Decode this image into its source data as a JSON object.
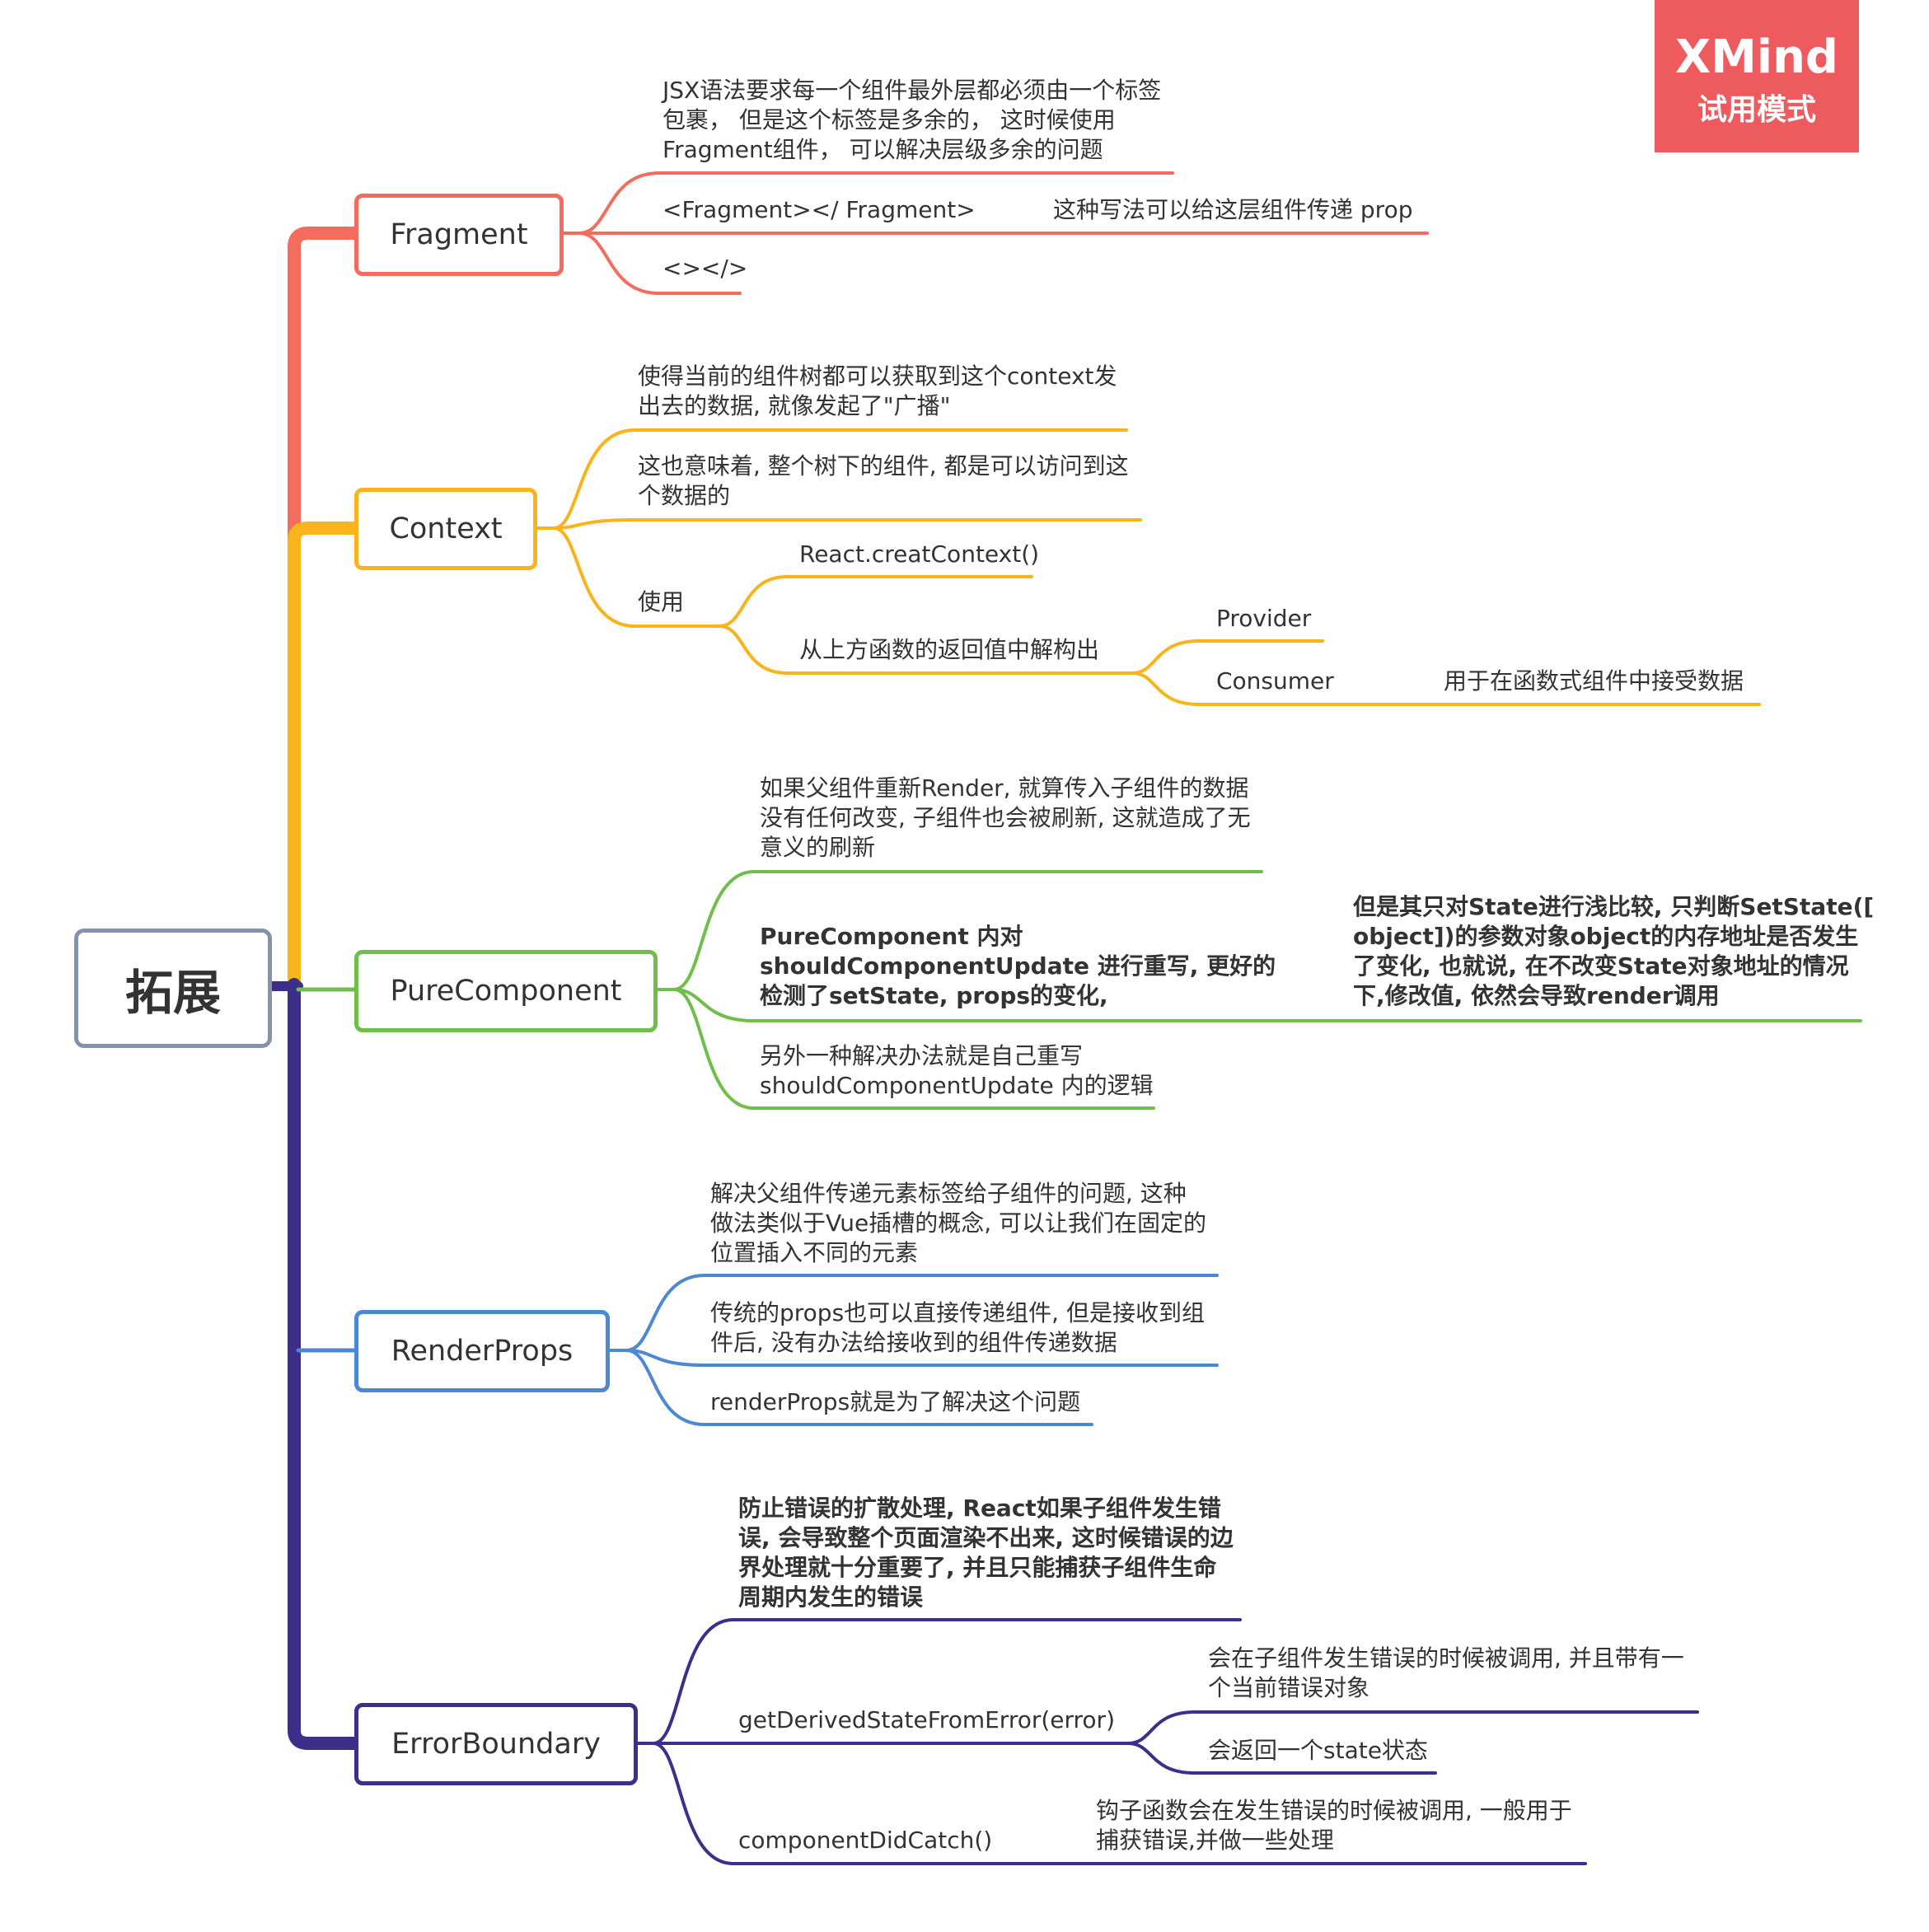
{
  "watermark": {
    "title": "XMind",
    "subtitle": "试用模式"
  },
  "colors": {
    "fragment": "#f36c5e",
    "context": "#f9b31b",
    "pure": "#6fbe4a",
    "render": "#4e88d2",
    "error": "#3c2f8a",
    "root_border": "#8493aa",
    "watermark_bg": "#ee5b5e",
    "text": "#333333"
  },
  "root": {
    "label": "拓展"
  },
  "branches": {
    "fragment": {
      "label": "Fragment",
      "items": [
        "JSX语法要求每一个组件最外层都必须由一个标签\n包裹， 但是这个标签是多余的， 这时候使用\nFragment组件， 可以解决层级多余的问题",
        "<Fragment></ Fragment>",
        "<></>"
      ],
      "sub": "这种写法可以给这层组件传递 prop"
    },
    "context": {
      "label": "Context",
      "items": [
        "使得当前的组件树都可以获取到这个context发\n出去的数据, 就像发起了\"广播\"",
        "这也意味着, 整个树下的组件, 都是可以访问到这\n个数据的",
        "使用"
      ],
      "use_items": [
        "React.creatContext()",
        "从上方函数的返回值中解构出"
      ],
      "destructure_items": [
        "Provider",
        "Consumer"
      ],
      "consumer_note": "用于在函数式组件中接受数据"
    },
    "pure": {
      "label": "PureComponent",
      "items": [
        "如果父组件重新Render, 就算传入子组件的数据\n没有任何改变, 子组件也会被刷新, 这就造成了无\n意义的刷新",
        "PureComponent 内对\nshouldComponentUpdate 进行重写, 更好的\n检测了setState, props的变化,",
        "另外一种解决办法就是自己重写\nshouldComponentUpdate 内的逻辑"
      ],
      "sub": " 但是其只对State进行浅比较, 只判断SetState([\nobject])的参数对象object的内存地址是否发生\n了变化, 也就说, 在不改变State对象地址的情况\n下,修改值, 依然会导致render调用"
    },
    "render": {
      "label": "RenderProps",
      "items": [
        "解决父组件传递元素标签给子组件的问题, 这种\n做法类似于Vue插槽的概念, 可以让我们在固定的\n位置插入不同的元素",
        "传统的props也可以直接传递组件, 但是接收到组\n件后, 没有办法给接收到的组件传递数据",
        "renderProps就是为了解决这个问题"
      ]
    },
    "error": {
      "label": "ErrorBoundary",
      "items": [
        "防止错误的扩散处理, React如果子组件发生错\n误, 会导致整个页面渲染不出来, 这时候错误的边\n界处理就十分重要了, 并且只能捕获子组件生命\n周期内发生的错误",
        "getDerivedStateFromError(error)",
        "componentDidCatch()"
      ],
      "derived_items": [
        "会在子组件发生错误的时候被调用, 并且带有一\n个当前错误对象",
        "会返回一个state状态"
      ],
      "catch_note": "钩子函数会在发生错误的时候被调用, 一般用于\n捕获错误,并做一些处理"
    }
  }
}
